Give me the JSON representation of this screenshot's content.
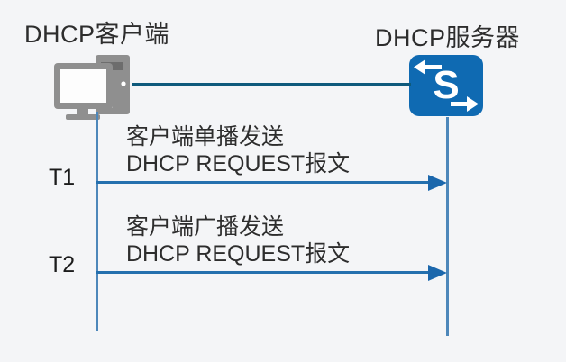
{
  "diagram": {
    "client": {
      "label": "DHCP客户端"
    },
    "server": {
      "label": "DHCP服务器",
      "icon_letter": "S"
    },
    "messages": [
      {
        "time_label": "T1",
        "text_line1": "客户端单播发送",
        "text_line2": "DHCP REQUEST报文"
      },
      {
        "time_label": "T2",
        "text_line1": "客户端广播发送",
        "text_line2": "DHCP REQUEST报文"
      }
    ],
    "colors": {
      "background": "#f4f5f7",
      "text": "#2d2d2d",
      "client_icon_gray": "#8f8f8f",
      "server_icon_blue": "#0f6ab2",
      "link_line_teal": "#0e5a7c",
      "lifeline_blue": "#4d87ba",
      "arrow_blue": "#2470ae"
    }
  }
}
